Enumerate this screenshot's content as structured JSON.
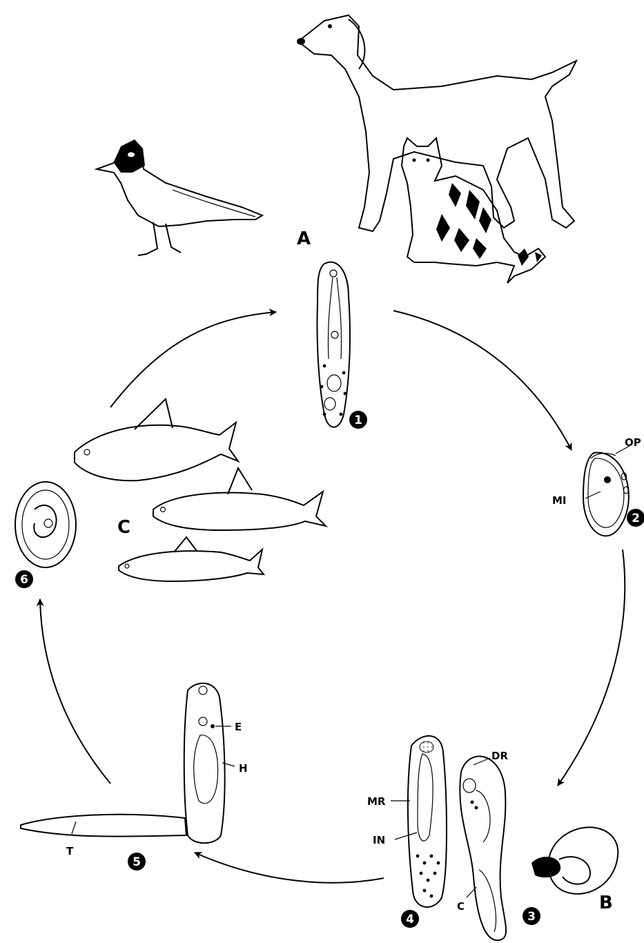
{
  "hosts": {
    "definitive": "A",
    "first_intermediate": "B",
    "second_intermediate": "C"
  },
  "stages": [
    "1",
    "2",
    "3",
    "4",
    "5",
    "6"
  ],
  "structure_labels": {
    "operculum": "OP",
    "miracidium": "MI",
    "daughter_redia_dr": "DR",
    "cercariae_c": "C",
    "mother_redia": "MR",
    "intestine": "IN",
    "eye_spot": "E",
    "head": "H",
    "tail": "T"
  },
  "colors": {
    "ink": "#000000",
    "paper": "#ffffff"
  }
}
